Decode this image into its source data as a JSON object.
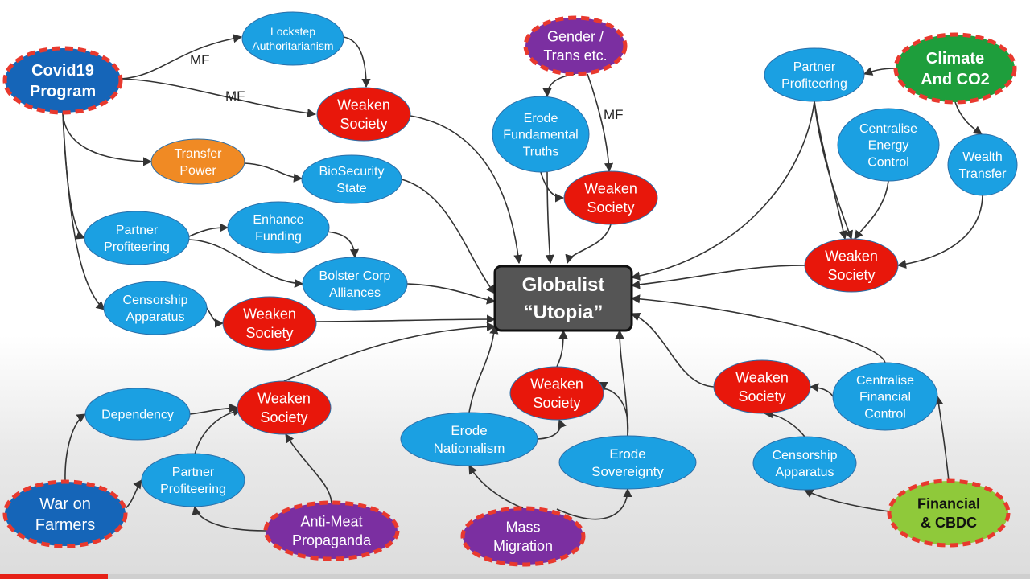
{
  "diagram": {
    "center": [
      "Globalist",
      "“Utopia”"
    ],
    "edge_label": "MF",
    "nodes": {
      "covid": [
        "Covid19",
        "Program"
      ],
      "lockstep": [
        "Lockstep",
        "Authoritarianism"
      ],
      "weaken_1": [
        "Weaken",
        "Society"
      ],
      "transfer_power": [
        "Transfer",
        "Power"
      ],
      "biosecurity": [
        "BioSecurity",
        "State"
      ],
      "partner_prof_1": [
        "Partner",
        "Profiteering"
      ],
      "enhance_funding": [
        "Enhance",
        "Funding"
      ],
      "bolster": [
        "Bolster Corp",
        "Alliances"
      ],
      "censorship_1": [
        "Censorship",
        "Apparatus"
      ],
      "weaken_2": [
        "Weaken",
        "Society"
      ],
      "gender": [
        "Gender /",
        "Trans etc."
      ],
      "erode_truths": [
        "Erode",
        "Fundamental",
        "Truths"
      ],
      "weaken_3": [
        "Weaken",
        "Society"
      ],
      "climate": [
        "Climate",
        "And CO2"
      ],
      "partner_prof_2": [
        "Partner",
        "Profiteering"
      ],
      "centralise_energy": [
        "Centralise",
        "Energy",
        "Control"
      ],
      "wealth_transfer": [
        "Wealth",
        "Transfer"
      ],
      "weaken_4": [
        "Weaken",
        "Society"
      ],
      "farmers": [
        "War on",
        "Farmers"
      ],
      "dependency": [
        "Dependency"
      ],
      "weaken_5": [
        "Weaken",
        "Society"
      ],
      "partner_prof_3": [
        "Partner",
        "Profiteering"
      ],
      "antimeat": [
        "Anti-Meat",
        "Propaganda"
      ],
      "erode_nationalism": [
        "Erode",
        "Nationalism"
      ],
      "weaken_6": [
        "Weaken",
        "Society"
      ],
      "erode_sovereignty": [
        "Erode",
        "Sovereignty"
      ],
      "mass_migration": [
        "Mass",
        "Migration"
      ],
      "weaken_7": [
        "Weaken",
        "Society"
      ],
      "centralise_financial": [
        "Centralise",
        "Financial",
        "Control"
      ],
      "censorship_2": [
        "Censorship",
        "Apparatus"
      ],
      "financial": [
        "Financial",
        "& CBDC"
      ]
    },
    "colors": {
      "blue": "#1ba0e2",
      "red": "#e8170b",
      "orange": "#f08a24",
      "purple": "#7b2fa1",
      "dark_blue": "#1565b8",
      "green": "#1e9e3c",
      "light_green": "#8fc93a",
      "dashed_border": "#e8392e",
      "center_fill": "#555555"
    }
  },
  "video": {
    "progress": 0.105
  }
}
